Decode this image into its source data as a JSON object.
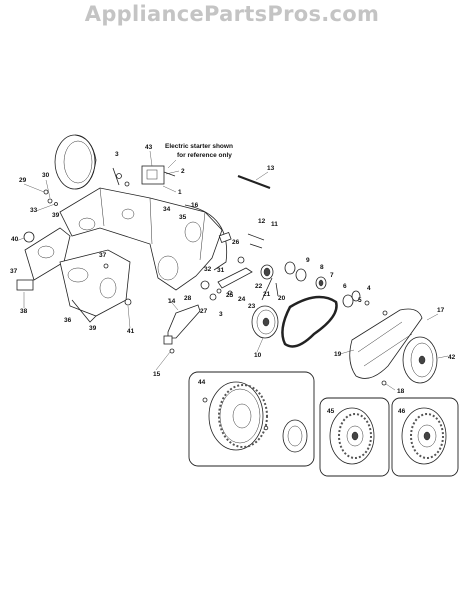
{
  "watermark": "AppliancePartsPros.com",
  "note": {
    "line1": "Electric starter shown",
    "line2": "for reference only"
  },
  "callouts": [
    "1",
    "2",
    "3",
    "4",
    "5",
    "6",
    "7",
    "8",
    "9",
    "10",
    "11",
    "12",
    "13",
    "14",
    "15",
    "16",
    "17",
    "18",
    "19",
    "20",
    "21",
    "22",
    "23",
    "24",
    "25",
    "26",
    "27",
    "28",
    "29",
    "30",
    "31",
    "32",
    "33",
    "34",
    "35",
    "36",
    "37",
    "37",
    "38",
    "39",
    "39",
    "40",
    "41",
    "42",
    "43",
    "44",
    "45",
    "46"
  ]
}
